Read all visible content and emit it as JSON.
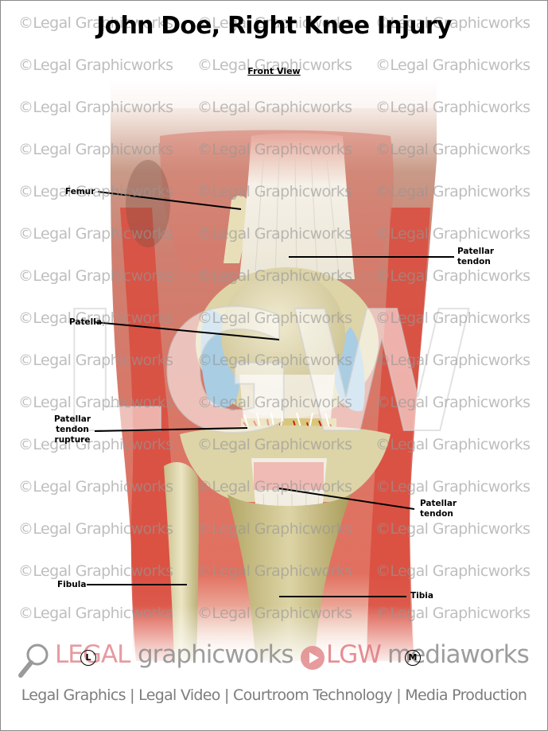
{
  "header": {
    "title": "John Doe, Right Knee Injury",
    "subtitle": "Front View"
  },
  "watermark": {
    "text": "©Legal Graphicworks",
    "overlay_logo": "LGW"
  },
  "labels": {
    "femur": "Femur",
    "patellar_tendon_upper_1": "Patellar",
    "patellar_tendon_upper_2": "tendon",
    "patella": "Patella",
    "rupture_1": "Patellar",
    "rupture_2": "tendon",
    "rupture_3": "rupture",
    "patellar_tendon_lower_1": "Patellar",
    "patellar_tendon_lower_2": "tendon",
    "fibula": "Fibula",
    "tibia": "Tibia"
  },
  "footer": {
    "brand_legal": "LEGAL",
    "brand_graphicworks": "graphicworks",
    "brand_lgw": "LGW",
    "brand_mediaworks": "mediaworks",
    "tagline": "Legal Graphics | Legal Video | Courtroom Technology | Media Production",
    "marker_left": "L",
    "marker_right": "M"
  },
  "colors": {
    "muscle": "#d9584a",
    "bone": "#e6dfb8",
    "tendon": "#f1ede2",
    "cartilage": "#a9cde3",
    "brand_red": "#de7880",
    "watermark_gray": "#969696"
  }
}
